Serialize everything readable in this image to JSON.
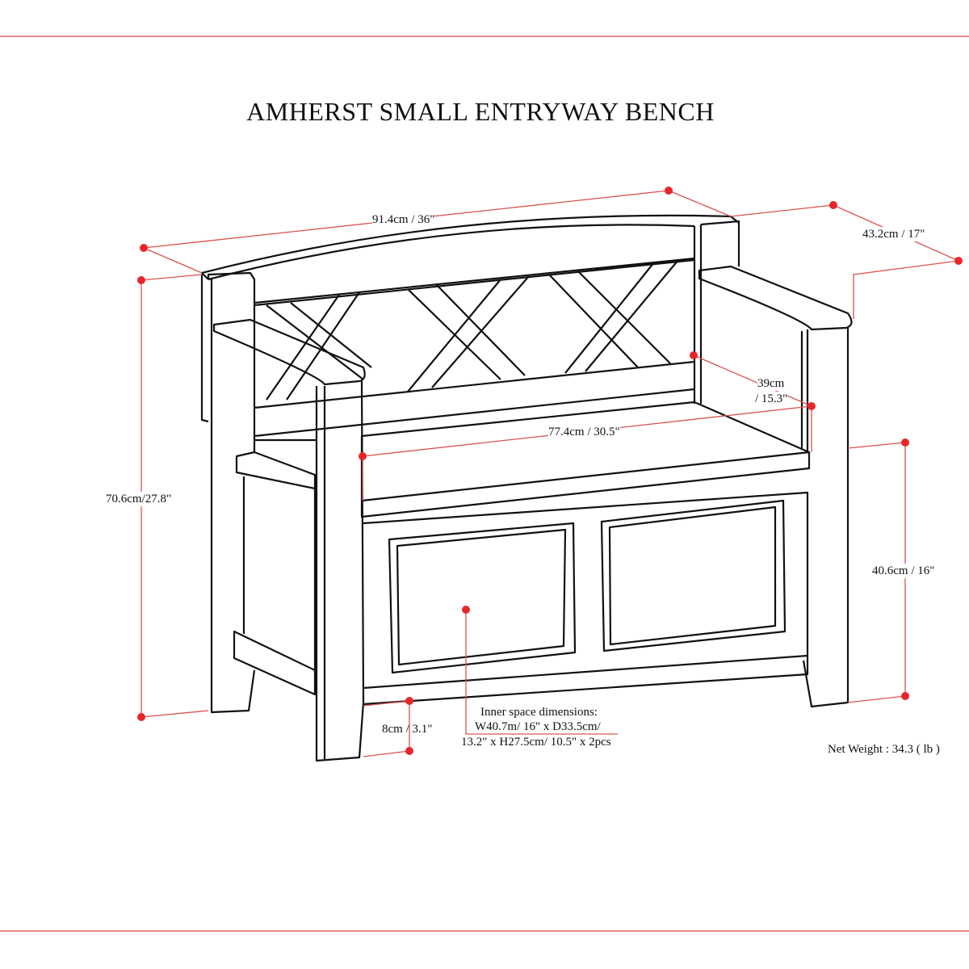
{
  "title": "AMHERST SMALL ENTRYWAY BENCH",
  "dimensions": {
    "width": "91.4cm / 36\"",
    "depth": "43.2cm / 17\"",
    "height": "70.6cm/27.8\"",
    "seat_depth_line1": "39cm",
    "seat_depth_line2": "/ 15.3\"",
    "seat_width": "77.4cm / 30.5\"",
    "seat_height": "40.6cm / 16\"",
    "clearance": "8cm / 3.1\""
  },
  "inner_space": {
    "line1": "Inner space dimensions:",
    "line2": "W40.7m/ 16\" x D33.5cm/",
    "line3": "13.2\" x H27.5cm/ 10.5\" x 2pcs"
  },
  "net_weight": "Net Weight : 34.3 ( lb )",
  "colors": {
    "rule": "#e88a8a",
    "dimension": "#e8262a",
    "line": "#111111"
  }
}
